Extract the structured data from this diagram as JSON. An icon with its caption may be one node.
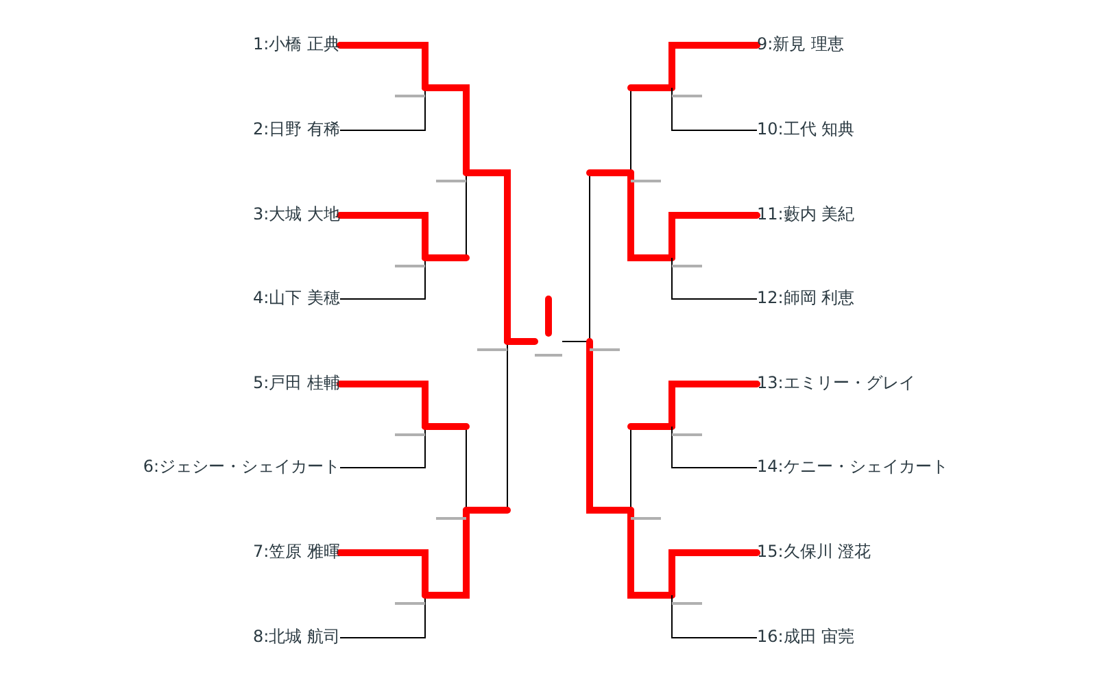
{
  "diagram": {
    "nodes": [
      {
        "text": [
          "1:小橋 正典"
        ]
      },
      {
        "text": [
          "2:日野 有稀"
        ]
      },
      {
        "text": [
          "3:大城 大地"
        ]
      },
      {
        "text": [
          "4:山下 美穂"
        ]
      },
      {
        "text": [
          "5:戸田 桂輔"
        ]
      },
      {
        "text": [
          "6:ジェシー・シェイカート"
        ]
      },
      {
        "text": [
          "7:笠原 雅暉"
        ]
      },
      {
        "text": [
          "8:北城 航司"
        ]
      },
      {
        "text": [
          "9:新見 理恵"
        ]
      },
      {
        "text": [
          "10:工代 知典"
        ]
      },
      {
        "text": [
          "11:藪内 美紀"
        ]
      },
      {
        "text": [
          "12:師岡 利恵"
        ]
      },
      {
        "text": [
          "13:エミリー・グレイ"
        ]
      },
      {
        "text": [
          "14:ケニー・シェイカート"
        ]
      },
      {
        "text": [
          "15:久保川 澄花"
        ]
      },
      {
        "text": [
          "16:成田 宙莞"
        ]
      },
      {
        "text": [],
        "shape": "box"
      },
      {
        "text": [],
        "shape": "box"
      },
      {
        "text": [],
        "shape": "box"
      },
      {
        "text": [],
        "shape": "box"
      },
      {
        "text": [],
        "shape": "box"
      },
      {
        "text": [],
        "shape": "box"
      },
      {
        "text": [],
        "shape": "box"
      },
      {
        "text": [],
        "shape": "box"
      },
      {
        "text": [],
        "shape": "box"
      },
      {
        "text": [],
        "shape": "box"
      },
      {
        "text": [],
        "shape": "box"
      },
      {
        "text": [],
        "shape": "box"
      },
      {
        "text": [],
        "shape": "box"
      },
      {
        "text": [],
        "shape": "box"
      },
      {
        "text": [],
        "shape": "box"
      }
    ],
    "edges": [
      {
        "from": 0,
        "to": 16,
        "arrow": "none",
        "style": "thick",
        "color": "#ff0000"
      },
      {
        "from": 1,
        "to": 16,
        "arrow": "none",
        "color": "#000000"
      },
      {
        "from": 2,
        "to": 17,
        "arrow": "none",
        "style": "thick",
        "color": "#ff0000"
      },
      {
        "from": 3,
        "to": 17,
        "arrow": "none",
        "color": "#000000"
      },
      {
        "from": 4,
        "to": 18,
        "arrow": "none",
        "style": "thick",
        "color": "#ff0000"
      },
      {
        "from": 5,
        "to": 18,
        "arrow": "none",
        "color": "#000000"
      },
      {
        "from": 6,
        "to": 19,
        "arrow": "none",
        "style": "thick",
        "color": "#ff0000"
      },
      {
        "from": 7,
        "to": 19,
        "arrow": "none",
        "color": "#000000"
      },
      {
        "from": 16,
        "to": 20,
        "arrow": "none",
        "style": "thick",
        "color": "#ff0000"
      },
      {
        "from": 17,
        "to": 20,
        "arrow": "none",
        "color": "#000000"
      },
      {
        "from": 18,
        "to": 21,
        "arrow": "none",
        "color": "#000000"
      },
      {
        "from": 19,
        "to": 21,
        "arrow": "none",
        "style": "thick",
        "color": "#ff0000"
      },
      {
        "from": 20,
        "to": 22,
        "arrow": "none",
        "style": "thick",
        "color": "#ff0000"
      },
      {
        "from": 21,
        "to": 22,
        "arrow": "none",
        "color": "#000000"
      },
      {
        "from": 22,
        "to": 23,
        "arrow": "none",
        "style": "thick",
        "color": "#ff0000"
      },
      {
        "from": 24,
        "to": 23,
        "arrow": "none",
        "color": "#000000"
      },
      {
        "from": 25,
        "to": 24,
        "arrow": "none",
        "color": "#000000"
      },
      {
        "from": 26,
        "to": 24,
        "arrow": "none",
        "style": "thick",
        "color": "#ff0000"
      },
      {
        "from": 27,
        "to": 25,
        "arrow": "none",
        "color": "#000000"
      },
      {
        "from": 28,
        "to": 25,
        "arrow": "none",
        "style": "thick",
        "color": "#ff0000"
      },
      {
        "from": 29,
        "to": 26,
        "arrow": "none",
        "color": "#000000"
      },
      {
        "from": 30,
        "to": 26,
        "arrow": "none",
        "style": "thick",
        "color": "#ff0000"
      },
      {
        "from": 8,
        "to": 27,
        "arrow": "none",
        "style": "thick",
        "color": "#ff0000"
      },
      {
        "from": 9,
        "to": 27,
        "arrow": "none",
        "color": "#000000"
      },
      {
        "from": 10,
        "to": 28,
        "arrow": "none",
        "style": "thick",
        "color": "#ff0000"
      },
      {
        "from": 11,
        "to": 28,
        "arrow": "none",
        "color": "#000000"
      },
      {
        "from": 12,
        "to": 29,
        "arrow": "none",
        "style": "thick",
        "color": "#ff0000"
      },
      {
        "from": 13,
        "to": 29,
        "arrow": "none",
        "color": "#000000"
      },
      {
        "from": 14,
        "to": 30,
        "arrow": "none",
        "style": "thick",
        "color": "#ff0000"
      },
      {
        "from": 15,
        "to": 30,
        "arrow": "none",
        "color": "#000000"
      }
    ]
  }
}
